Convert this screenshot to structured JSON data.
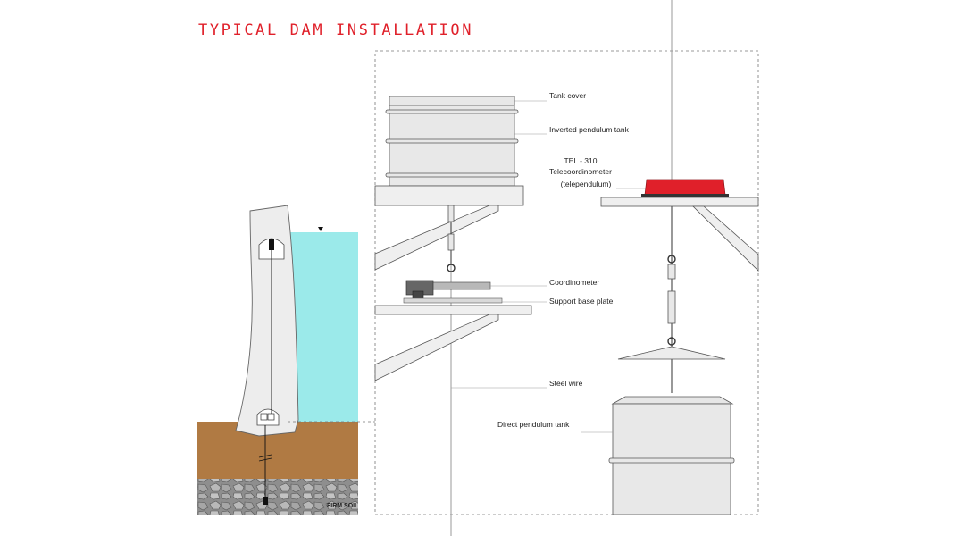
{
  "title": "TYPICAL DAM INSTALLATION",
  "labels": {
    "tank_cover": "Tank cover",
    "inverted_pendulum_tank": "Inverted pendulum tank",
    "tel_model": "TEL - 310",
    "telecoordinometer": "Telecoordinometer",
    "telependulum": "(telependulum)",
    "coordinometer": "Coordinometer",
    "support_base_plate": "Support base plate",
    "steel_wire": "Steel wire",
    "direct_pendulum_tank": "Direct pendulum tank",
    "firm_soil": "FIRM SOIL"
  },
  "colors": {
    "title": "#e0202a",
    "water": "#9beaea",
    "soil": "#b07a43",
    "rock": "#8a8a8a",
    "telecoordinometer": "#e0202a",
    "dam": "#ededed"
  },
  "icons": {
    "water_level": "inverted-triangle-icon"
  }
}
